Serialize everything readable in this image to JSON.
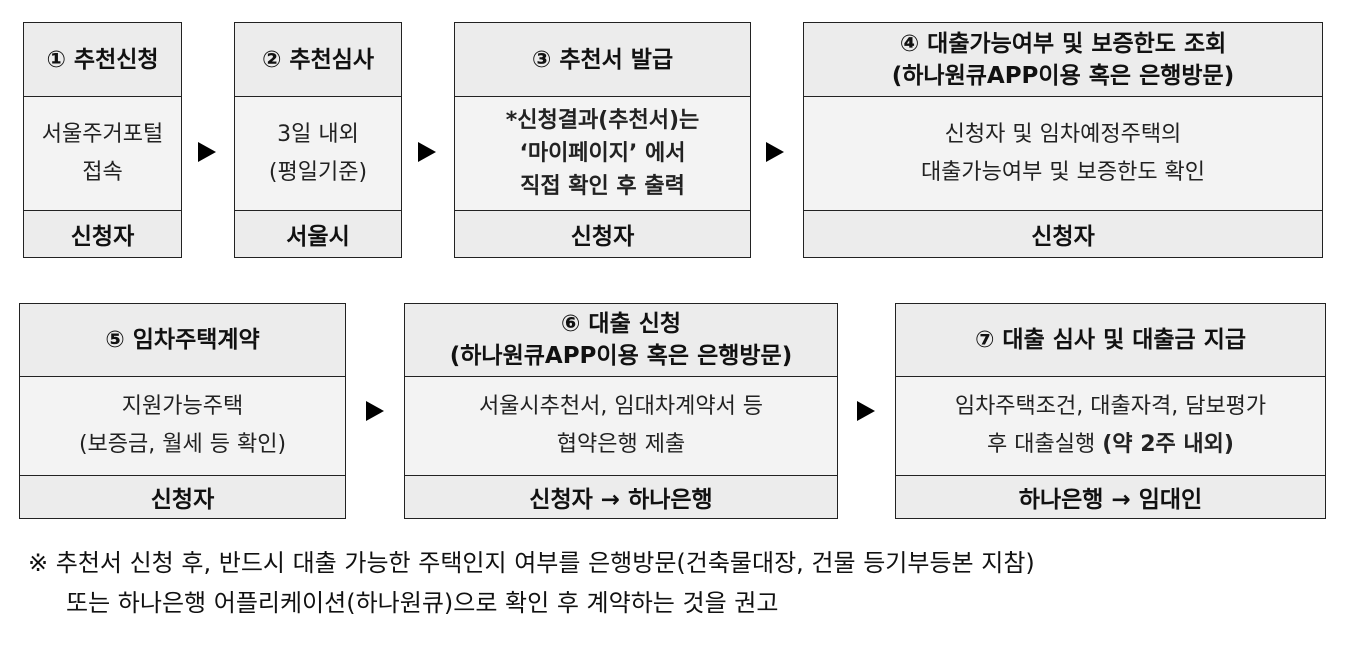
{
  "row1": [
    {
      "head": [
        "① 추천신청"
      ],
      "body": [
        "서울주거포털",
        "접속"
      ],
      "foot": "신청자"
    },
    {
      "head": [
        "② 추천심사"
      ],
      "body": [
        "3일 내외",
        "(평일기준)"
      ],
      "foot": "서울시"
    },
    {
      "head": [
        "③ 추천서 발급"
      ],
      "body": [
        "*신청결과(추천서)는",
        "‘마이페이지’ 에서",
        "직접 확인 후 출력"
      ],
      "foot": "신청자"
    },
    {
      "head": [
        "④ 대출가능여부 및 보증한도 조회",
        "(하나원큐APP이용 혹은 은행방문)"
      ],
      "body": [
        "신청자 및 임차예정주택의",
        "대출가능여부 및 보증한도 확인"
      ],
      "foot": "신청자"
    }
  ],
  "row2": [
    {
      "head": [
        "⑤ 임차주택계약"
      ],
      "body": [
        "지원가능주택",
        "(보증금, 월세 등 확인)"
      ],
      "foot": "신청자"
    },
    {
      "head": [
        "⑥ 대출 신청",
        "(하나원큐APP이용 혹은 은행방문)"
      ],
      "body": [
        "서울시추천서, 임대차계약서 등",
        "협약은행 제출"
      ],
      "foot": "신청자 → 하나은행"
    },
    {
      "head": [
        "⑦ 대출 심사 및 대출금 지급"
      ],
      "body": [
        "임차주택조건, 대출자격, 담보평가",
        "후 대출실행"
      ],
      "body_emphasis": "(약 2주 내외)",
      "foot": "하나은행 → 임대인"
    }
  ],
  "note": {
    "line1": "※ 추천서 신청 후, 반드시 대출 가능한 주택인지 여부를 은행방문(건축물대장, 건물 등기부등본 지참)",
    "line2": "또는 하나은행 어플리케이션(하나원큐)으로 확인 후 계약하는 것을 권고"
  }
}
